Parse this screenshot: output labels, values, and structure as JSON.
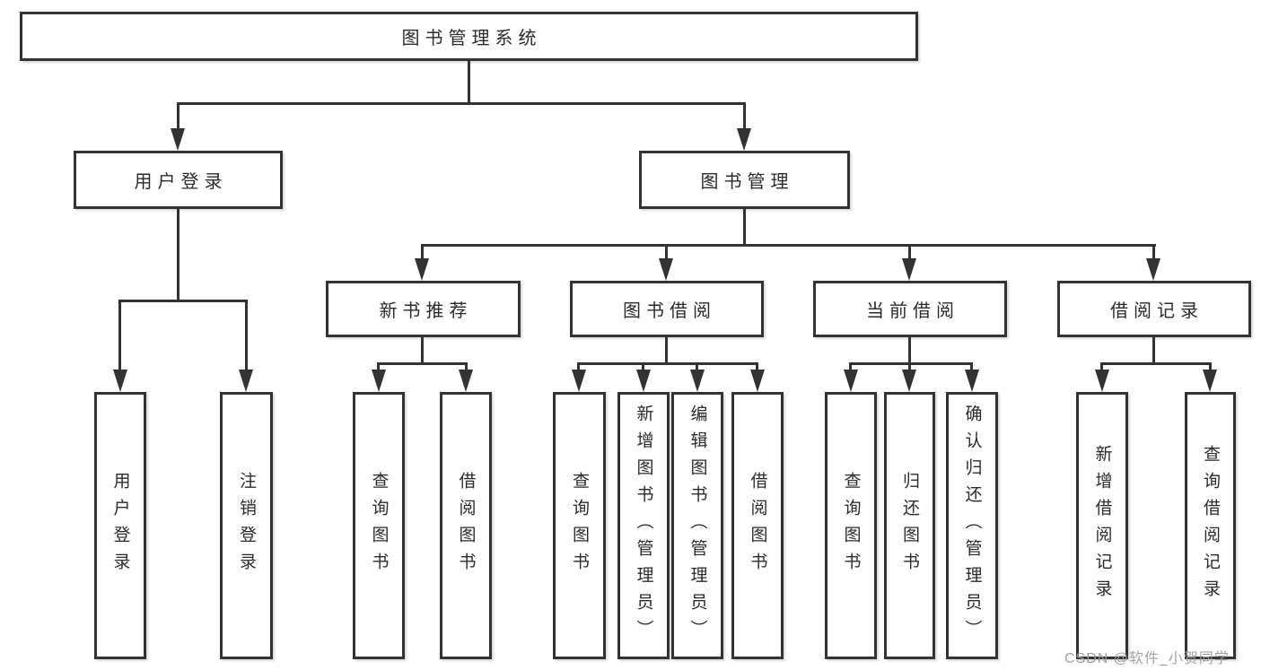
{
  "diagram": {
    "title": "图书管理系统",
    "root": {
      "label": "图书管理系统"
    },
    "level2": [
      {
        "label": "用户登录"
      },
      {
        "label": "图书管理"
      }
    ],
    "level3": [
      {
        "label": "新书推荐"
      },
      {
        "label": "图书借阅"
      },
      {
        "label": "当前借阅"
      },
      {
        "label": "借阅记录"
      }
    ],
    "leaves": {
      "user_login": [
        "用户登录",
        "注销登录"
      ],
      "new_book_recommend": [
        "查询图书",
        "借阅图书"
      ],
      "book_borrow": [
        "查询图书",
        "新增图书（管理员）",
        "编辑图书（管理员）",
        "借阅图书"
      ],
      "current_borrow": [
        "查询图书",
        "归还图书",
        "确认归还（管理员）"
      ],
      "borrow_records": [
        "新增借阅记录",
        "查询借阅记录"
      ]
    }
  },
  "watermark": {
    "text": "CSDN @软件_小贺同学"
  },
  "colors": {
    "line": "#333333",
    "box_border": "#333333",
    "box_fill": "#ffffff",
    "text": "#2b2b2b",
    "watermark": "#98a0a5"
  }
}
